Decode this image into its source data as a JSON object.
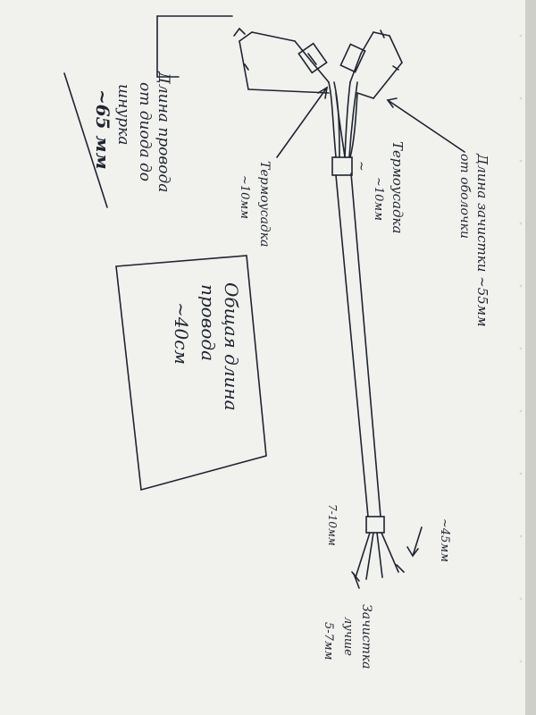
{
  "photo": {
    "colors": {
      "paper": "#f1f1ee",
      "ink": "#1f2430",
      "background": "#5a5550"
    },
    "annotations": {
      "wire_length_diode": "Длина провода",
      "wire_length_diode_2": "от диода до",
      "wire_length_diode_3": "шнурка",
      "wire_length_diode_4": "~65 мм",
      "heatshrink_left": "Термоусадка",
      "heatshrink_left_size": "~10мм",
      "heatshrink_right": "Термоусадка",
      "heatshrink_right_size": "~10мм",
      "strip_length": "Длина зачистки ~55мм",
      "strip_length_2": "от оболочки",
      "total_length": "Общая длина",
      "total_length_2": "провода",
      "total_length_3": "~40см",
      "end_len_45": "~45мм",
      "end_heatshrink": "7-10мм",
      "end_strip": "Зачистка",
      "end_strip_2": "лучше",
      "end_strip_3": "5-7мм",
      "small_mark": "~"
    }
  }
}
